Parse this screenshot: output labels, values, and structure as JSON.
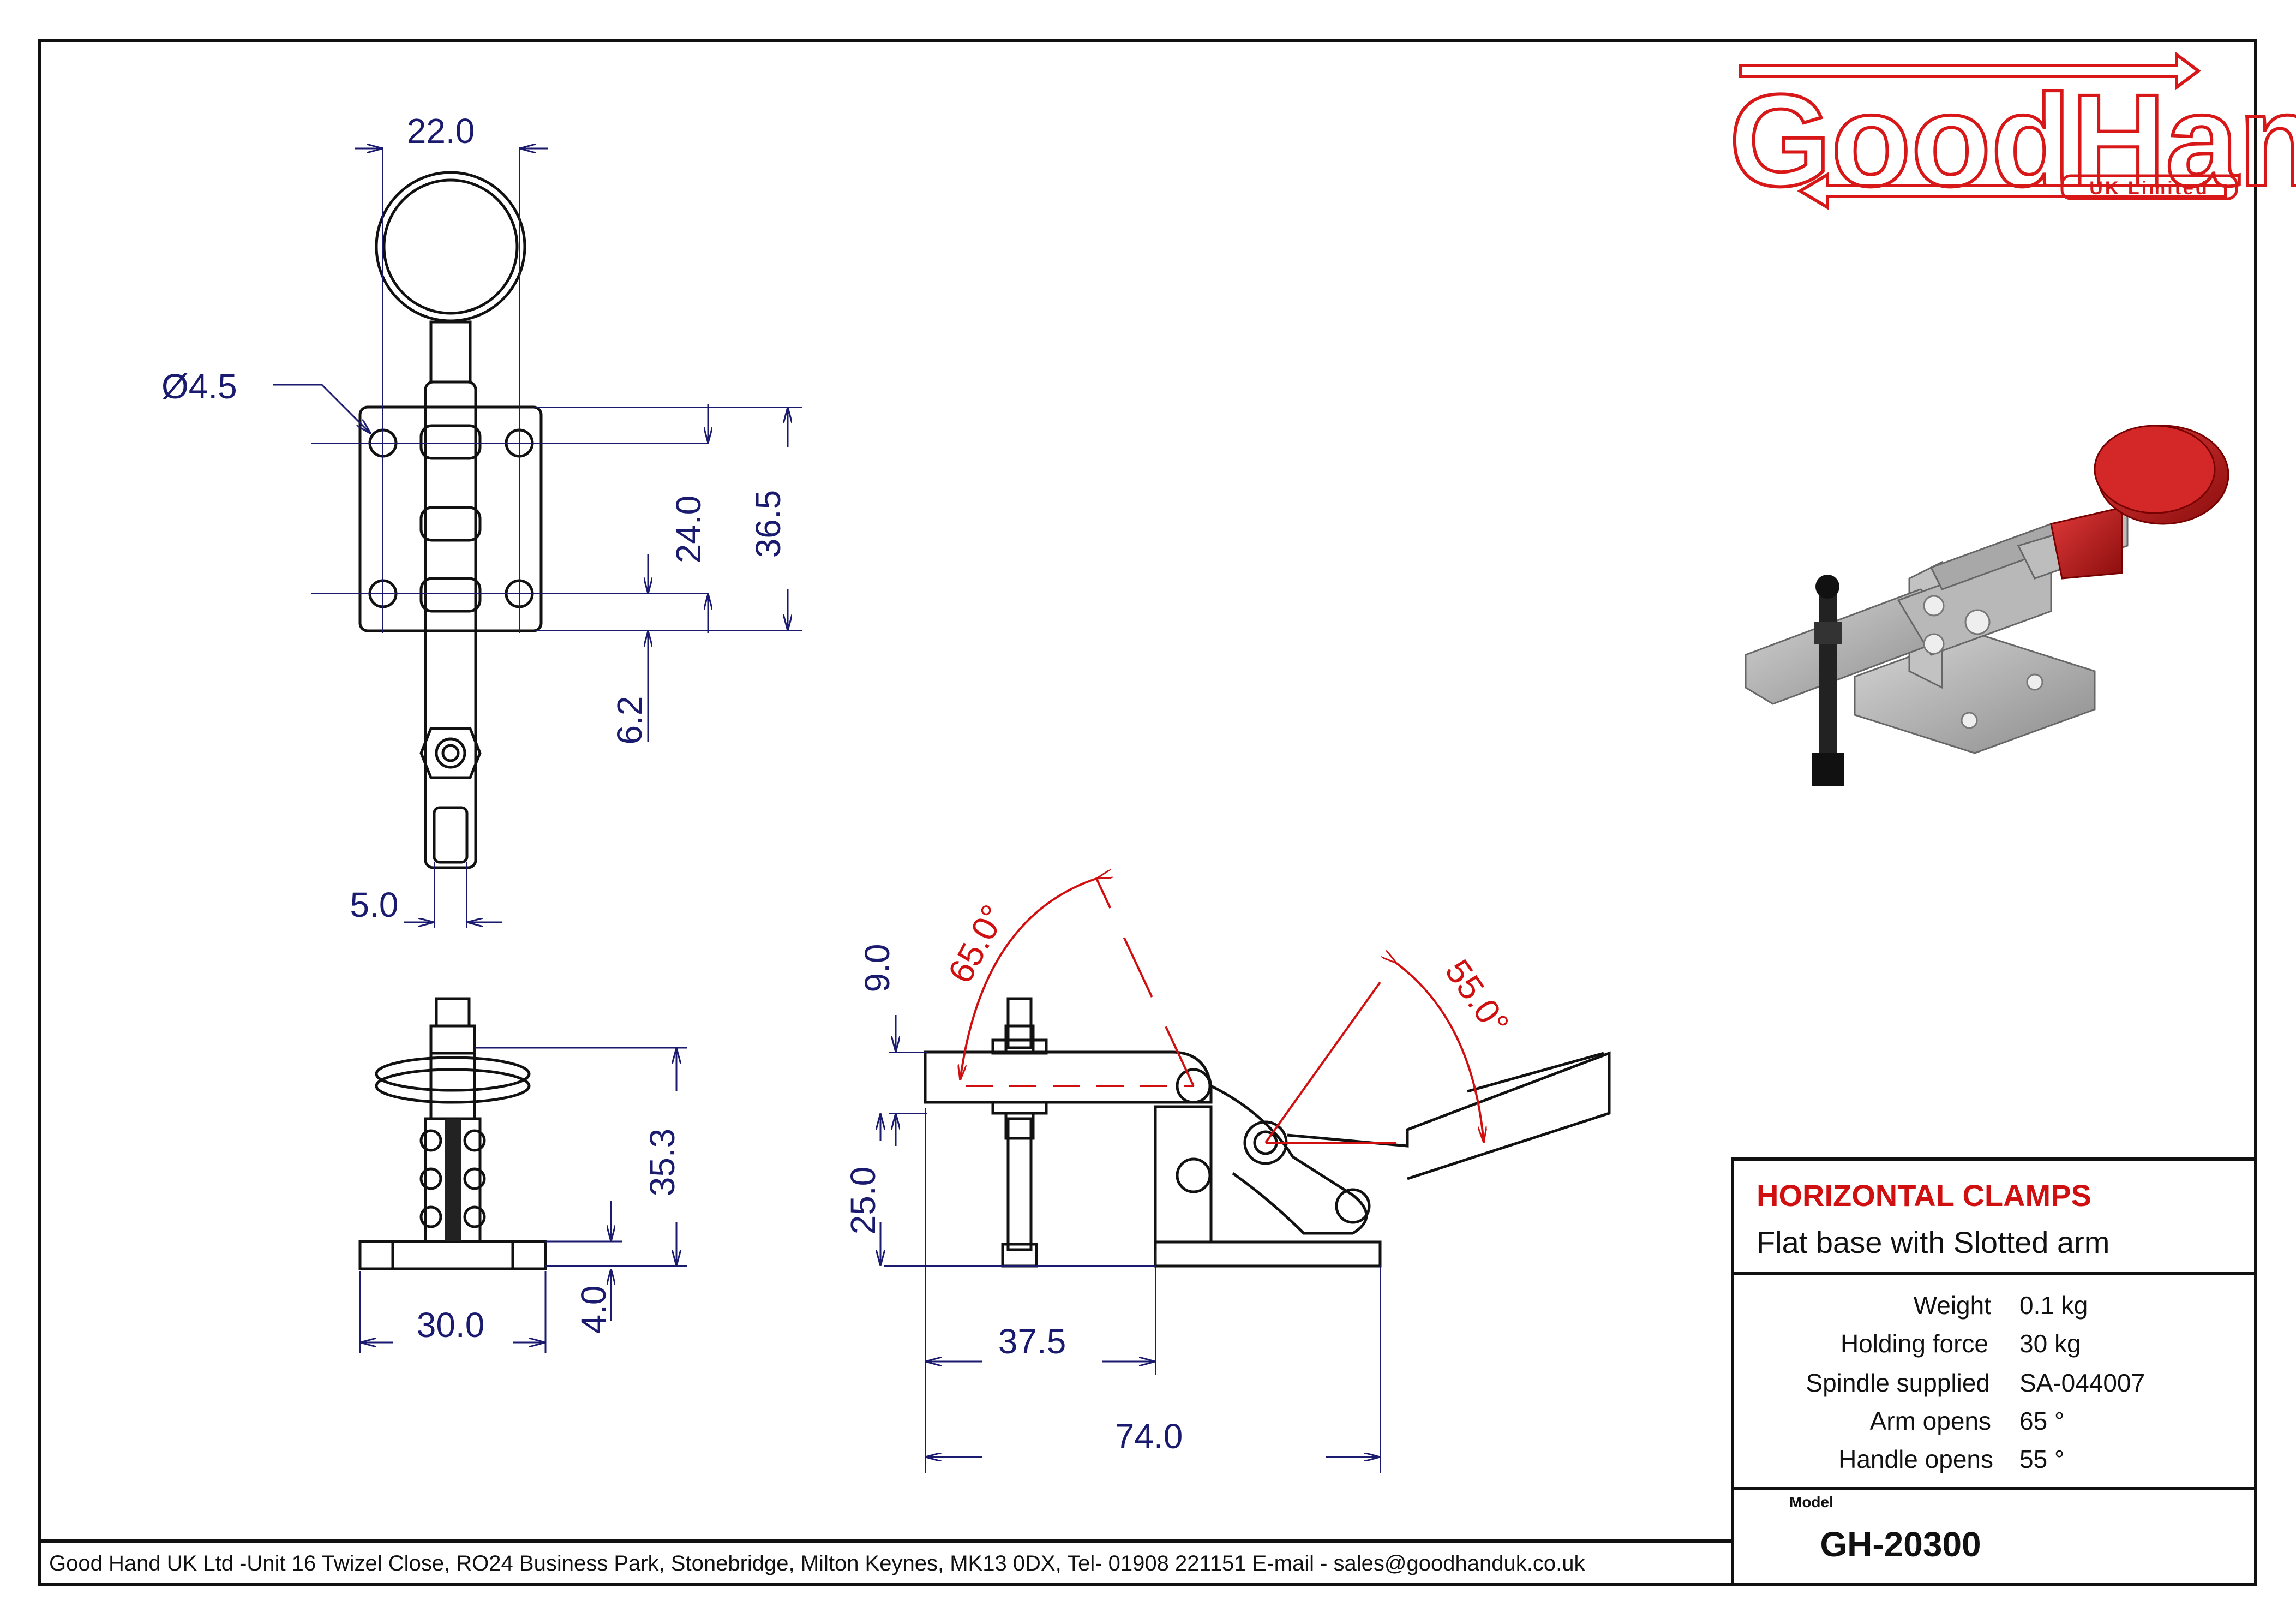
{
  "logo": {
    "brand": "GoodHand",
    "sub": "UK Limited"
  },
  "dimensions": {
    "top_width": "22.0",
    "hole_dia": "Ø4.5",
    "hole_spacing": "24.0",
    "base_length": "36.5",
    "offset": "6.2",
    "arm_width": "5.0",
    "spindle_height": "35.3",
    "base_width": "30.0",
    "base_thickness": "4.0",
    "arm_open_angle": "65.0°",
    "handle_open_angle": "55.0°",
    "arm_top": "9.0",
    "pivot_height": "25.0",
    "spindle_reach": "37.5",
    "overall_length": "74.0"
  },
  "title_block": {
    "title": "HORIZONTAL CLAMPS",
    "subtitle": "Flat base with Slotted arm",
    "specs": [
      {
        "label": "Weight",
        "value": "0.1 kg"
      },
      {
        "label": "Holding force",
        "value": "30 kg"
      },
      {
        "label": "Spindle supplied",
        "value": "SA-044007"
      },
      {
        "label": "Arm opens",
        "value": "65 °"
      },
      {
        "label": "Handle opens",
        "value": "55 °"
      }
    ],
    "model_label": "Model",
    "model": "GH-20300"
  },
  "footer": {
    "address": "Good Hand UK Ltd -Unit 16 Twizel Close, RO24 Business Park, Stonebridge, Milton Keynes, MK13 0DX, Tel- 01908 221151 E-mail - sales@goodhanduk.co.uk"
  },
  "colors": {
    "dimension": "#1a1a6e",
    "accent": "#d01010",
    "line": "#111111"
  }
}
